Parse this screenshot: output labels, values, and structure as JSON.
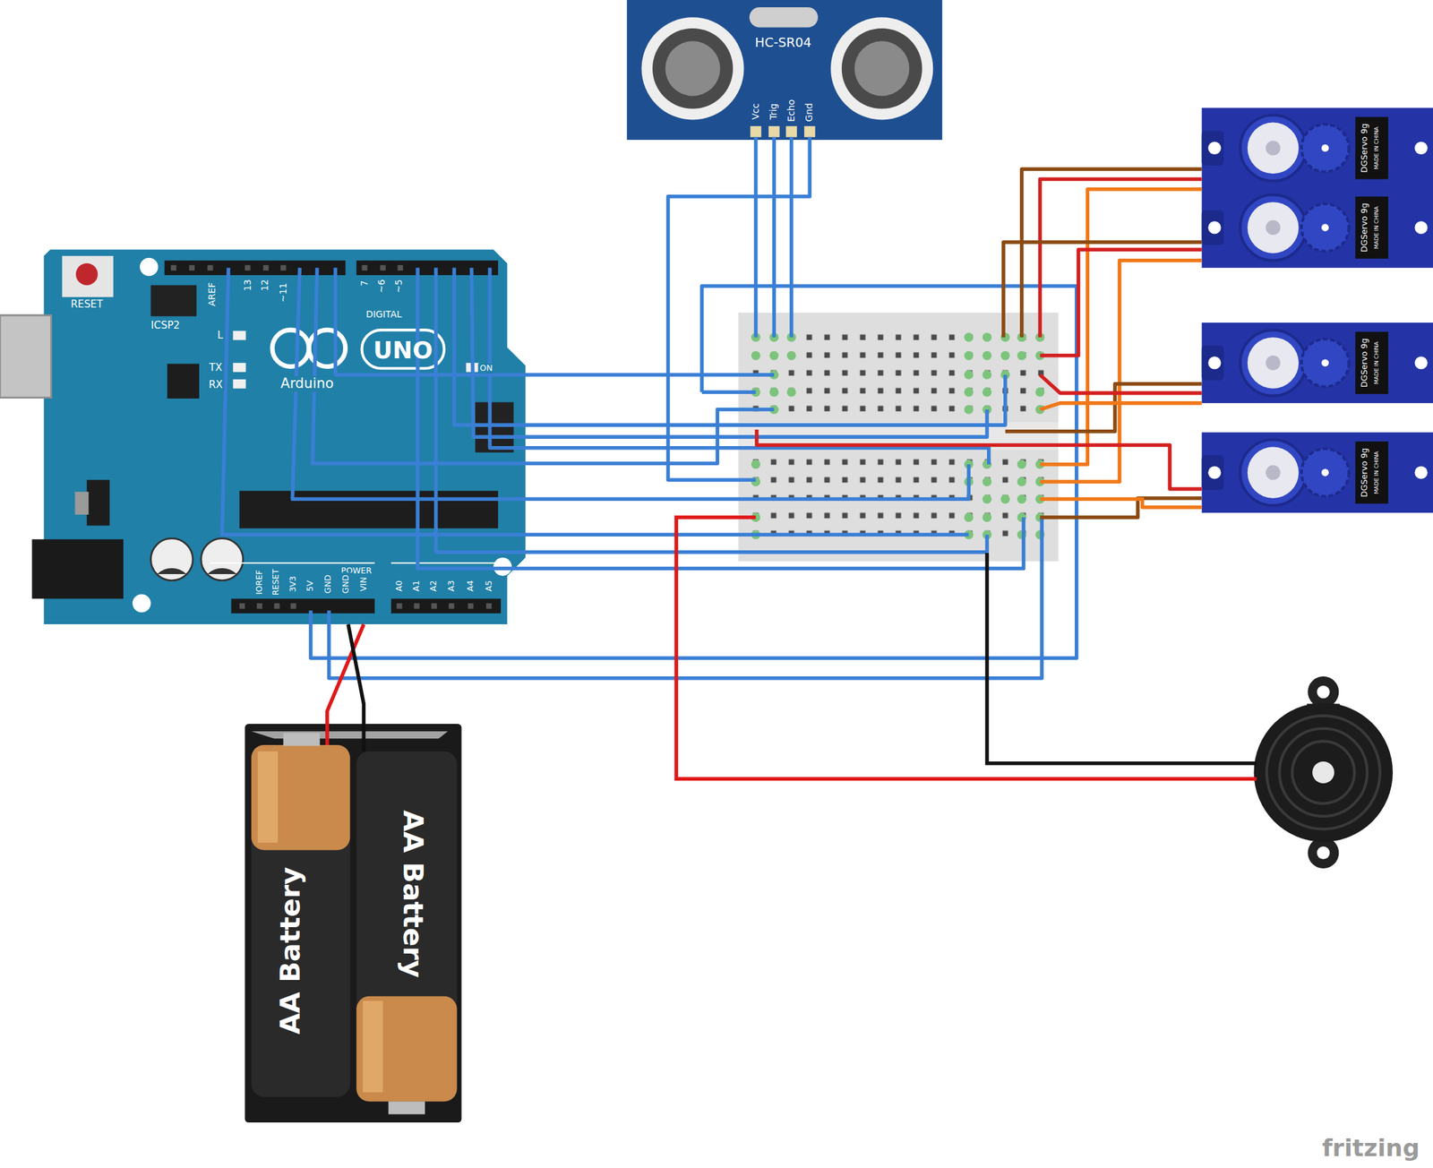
{
  "diagram": {
    "nodes": [
      {
        "text": [
          "HC-SR04",
          "Vcc",
          "Trig",
          "Echo",
          "Gnd"
        ]
      },
      {
        "text": [
          "RESET",
          "ICSP2",
          "AREF",
          "13",
          "12",
          "~11",
          "7",
          "~6",
          "~5",
          "DIGITAL",
          "L",
          "TX",
          "RX",
          "UNO",
          "Arduino",
          "ON",
          "POWER",
          "IOREF",
          "RESET",
          "3V3",
          "5V",
          "GND",
          "GND",
          "VIN",
          "A0",
          "A1",
          "A2",
          "A3",
          "A4",
          "A5"
        ]
      },
      {
        "text": [
          "DGServo 9g",
          "MADE IN CHINA"
        ]
      },
      {
        "text": [
          "DGServo 9g",
          "MADE IN CHINA"
        ]
      },
      {
        "text": [
          "DGServo 9g",
          "MADE IN CHINA"
        ]
      },
      {
        "text": [
          "DGServo 9g",
          "MADE IN CHINA"
        ]
      },
      {
        "text": [
          "AA Battery"
        ]
      },
      {
        "text": [
          "AA Battery"
        ]
      }
    ],
    "edges": [
      {
        "from": 6,
        "to": 1,
        "arrow": "none"
      },
      {
        "from": 7,
        "to": 1,
        "arrow": "none"
      }
    ],
    "labels": [
      "fritzing"
    ]
  }
}
